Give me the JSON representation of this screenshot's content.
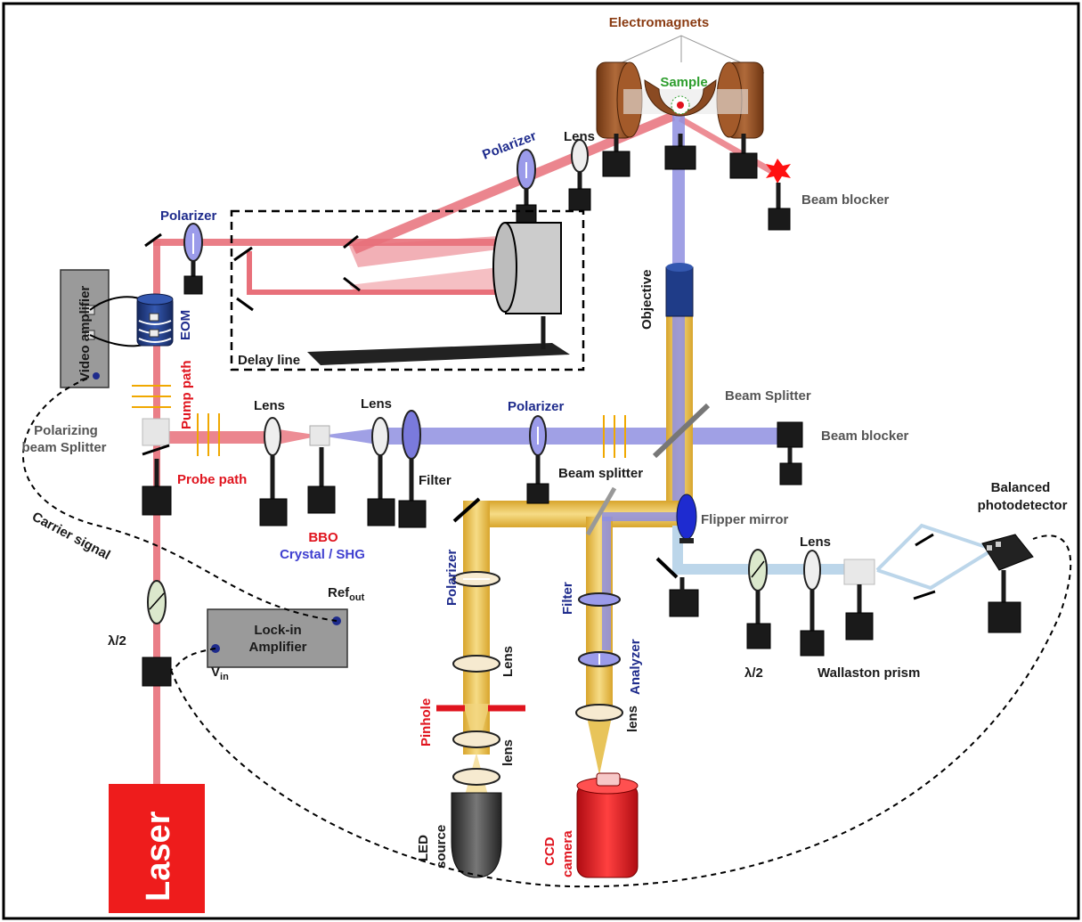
{
  "labels": {
    "electromagnets": "Electromagnets",
    "sample": "Sample",
    "beam_blocker_top": "Beam blocker",
    "lens_top": "Lens",
    "polarizer_top": "Polarizer",
    "polarizer_delay": "Polarizer",
    "delay_line": "Delay line",
    "video_amplifier": "Video amplifier",
    "eom": "EOM",
    "pump_path": "Pump path",
    "probe_path": "Probe path",
    "polarizing_bs_1": "Polarizing",
    "polarizing_bs_2": "beam Splitter",
    "carrier_signal": "Carrier signal",
    "lens_1": "Lens",
    "lens_2": "Lens",
    "bbo": "BBO",
    "crystal_shg": "Crystal / SHG",
    "filter_blue": "Filter",
    "polarizer_blue": "Polarizer",
    "objective": "Objective",
    "beam_splitter_top": "Beam Splitter",
    "beam_blocker_right": "Beam blocker",
    "beam_splitter_mid": "Beam splitter",
    "flipper_mirror": "Flipper mirror",
    "balanced_1": "Balanced",
    "balanced_2": "photodetector",
    "lens_right": "Lens",
    "half_wave_right": "λ/2",
    "wallaston_prism": "Wallaston prism",
    "polarizer_led": "Polarizer",
    "lens_led_1": "Lens",
    "pinhole": "Pinhole",
    "lens_led_2": "lens",
    "led_source_1": "LED",
    "led_source_2": "source",
    "filter_ccd": "Filter",
    "analyzer": "Analyzer",
    "lens_ccd": "lens",
    "ccd_1": "CCD",
    "ccd_2": "camera",
    "lockin_1": "Lock-in",
    "lockin_2": "Amplifier",
    "ref_out": "Ref",
    "ref_out_sub": "out",
    "v_in": "V",
    "v_in_sub": "in",
    "half_wave_left": "λ/2",
    "laser": "Laser"
  },
  "colors": {
    "pump_beam": "#e8707a",
    "probe_beam_blue": "#8f8fe0",
    "led_beam": "#e8c45a",
    "detector_beam": "#bcd6ea",
    "laser_box": "#ee1c1c",
    "magnet": "#8a4a22",
    "eom": "#1f3c88"
  }
}
